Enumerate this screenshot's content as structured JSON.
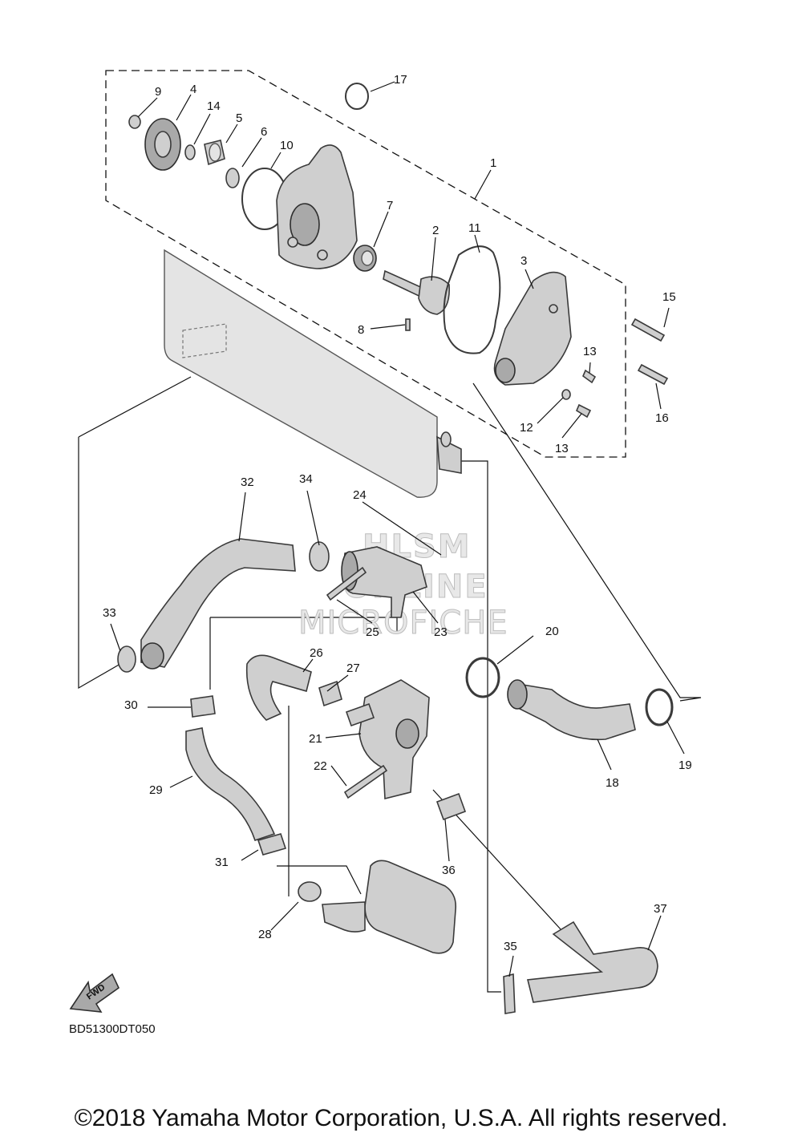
{
  "diagram": {
    "code": "BD51300DT050",
    "fwd_label": "FWD",
    "watermark": [
      "HLSM",
      "ONLINE",
      "MICROFICHE"
    ],
    "copyright": "©2018 Yamaha Motor Corporation, U.S.A. All rights reserved."
  },
  "callouts": [
    "1",
    "2",
    "3",
    "4",
    "5",
    "6",
    "7",
    "8",
    "9",
    "10",
    "11",
    "12",
    "13",
    "13",
    "14",
    "15",
    "16",
    "17",
    "18",
    "19",
    "20",
    "21",
    "22",
    "23",
    "24",
    "25",
    "26",
    "27",
    "28",
    "29",
    "30",
    "31",
    "32",
    "33",
    "34",
    "35",
    "36",
    "37"
  ]
}
